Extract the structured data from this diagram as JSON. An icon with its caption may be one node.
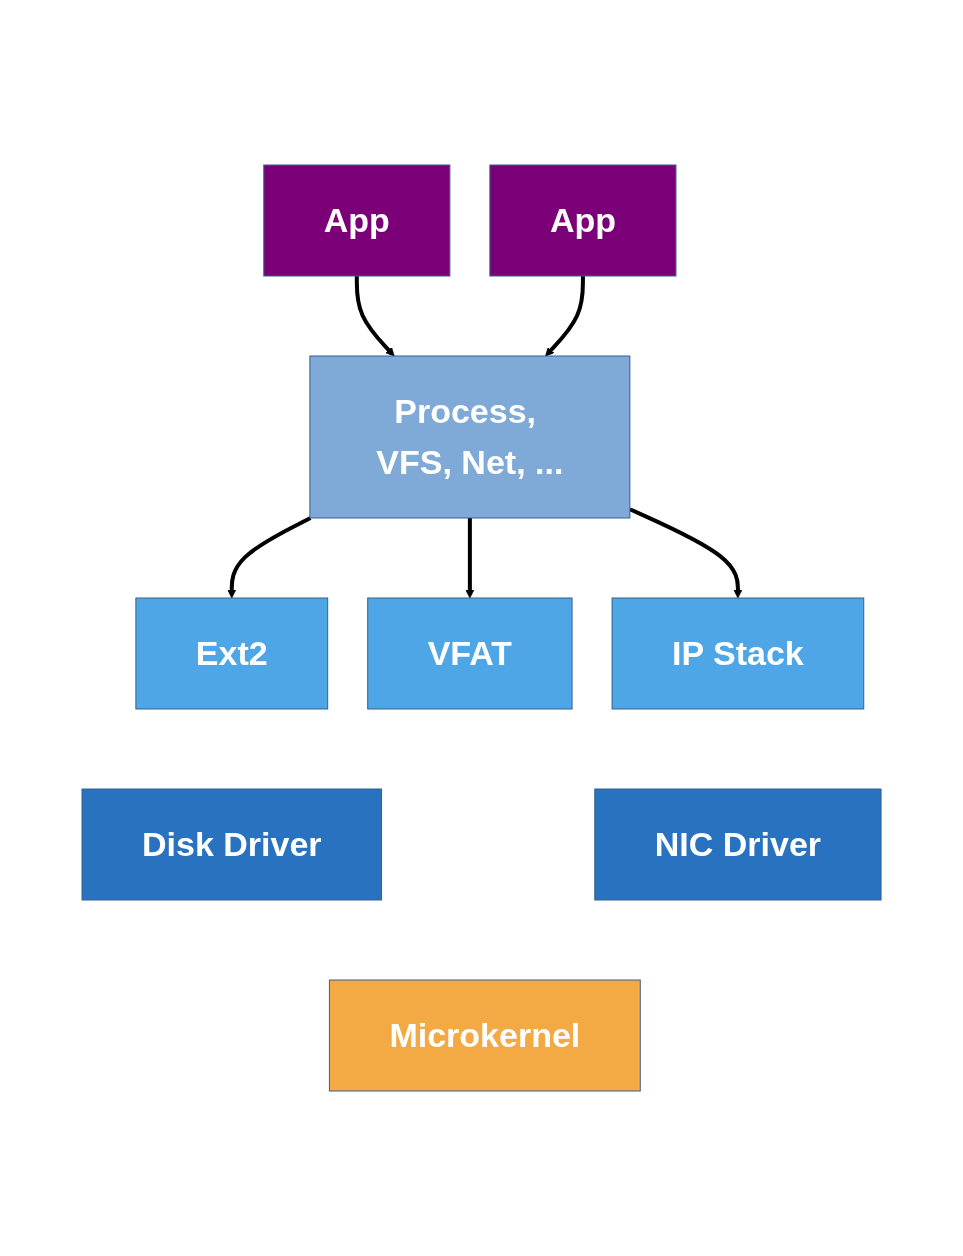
{
  "diagram": {
    "nodes": [
      {
        "text": [
          "App"
        ]
      },
      {
        "text": [
          "App"
        ]
      },
      {
        "text": [
          "Process, VFS, Net, ..."
        ]
      },
      {
        "text": [
          "Ext2"
        ]
      },
      {
        "text": [
          "VFAT"
        ]
      },
      {
        "text": [
          "IP Stack"
        ]
      },
      {
        "text": [
          "Disk Driver"
        ]
      },
      {
        "text": [
          "NIC Driver"
        ]
      },
      {
        "text": [
          "Microkernel"
        ]
      }
    ],
    "edges": [
      {
        "from": 0,
        "to": 2,
        "arrow": "to"
      },
      {
        "from": 1,
        "to": 2,
        "arrow": "to"
      },
      {
        "from": 2,
        "to": 3,
        "arrow": "to"
      },
      {
        "from": 2,
        "to": 4,
        "arrow": "to"
      },
      {
        "from": 2,
        "to": 5,
        "arrow": "to"
      }
    ]
  }
}
